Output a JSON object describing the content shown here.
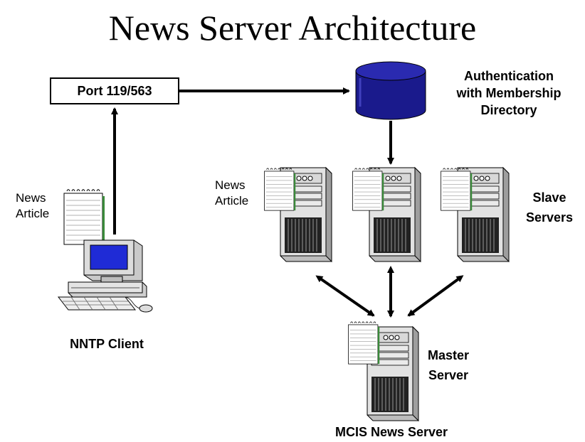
{
  "title": "News Server Architecture",
  "port_label": "Port 119/563",
  "auth_label_lines": [
    "Authentication",
    "with Membership",
    "Directory"
  ],
  "client_article_lines": [
    "News",
    "Article"
  ],
  "server_article_lines": [
    "News",
    "Article"
  ],
  "client_label": "NNTP Client",
  "slave_label_lines": [
    "Slave",
    "Servers"
  ],
  "master_label_lines": [
    "Master",
    "Server"
  ],
  "mcis_label": "MCIS News Server",
  "colors": {
    "database": "#1a1a8c",
    "screen": "#1f2bd6",
    "server_body": "#d0d0d0"
  },
  "icons": [
    "database-icon",
    "computer-icon",
    "server-icon",
    "notepad-icon"
  ]
}
